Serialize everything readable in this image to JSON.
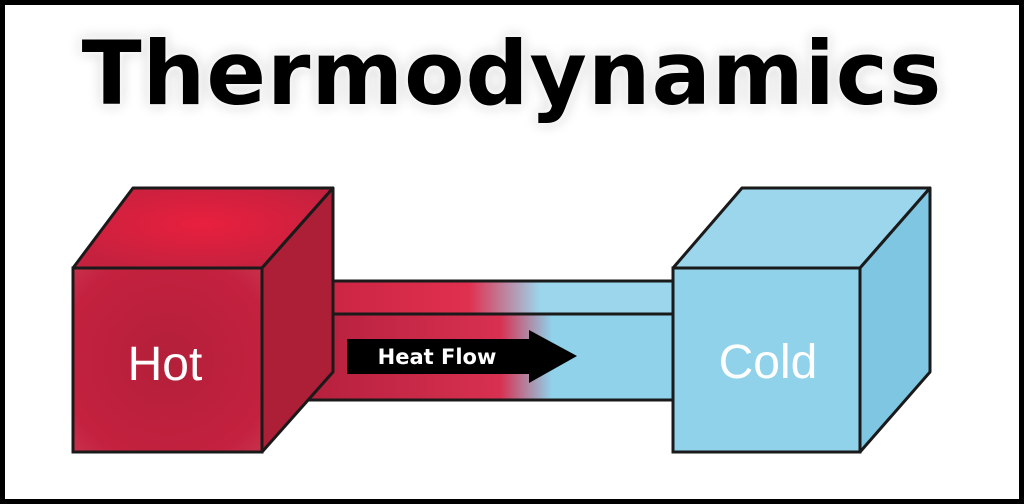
{
  "title": "Thermodynamics",
  "hot_block": {
    "label": "Hot"
  },
  "cold_block": {
    "label": "Cold"
  },
  "arrow": {
    "label": "Heat Flow"
  },
  "colors": {
    "hot": "#c4213f",
    "hot_dark": "#a01a33",
    "cold": "#8fd2ea",
    "cold_dark": "#76bfdb",
    "outline": "#1a1a1a"
  }
}
